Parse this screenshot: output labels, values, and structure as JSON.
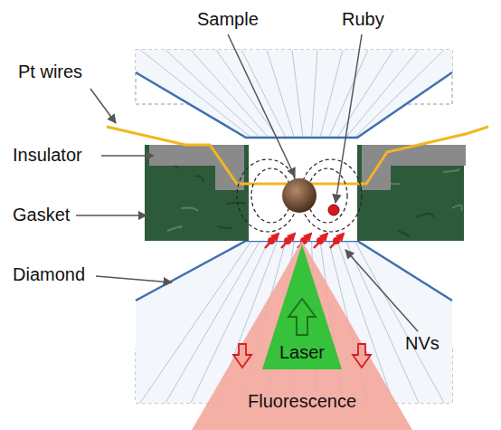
{
  "diagram": {
    "nodes": [
      {
        "text": [
          "Fluorescence"
        ]
      },
      {
        "text": [
          "Laser"
        ],
        "in": 0
      }
    ],
    "labels": [
      "Pt wires",
      "Sample",
      "Ruby",
      "Insulator",
      "Gasket",
      "Diamond",
      "NVs"
    ]
  }
}
